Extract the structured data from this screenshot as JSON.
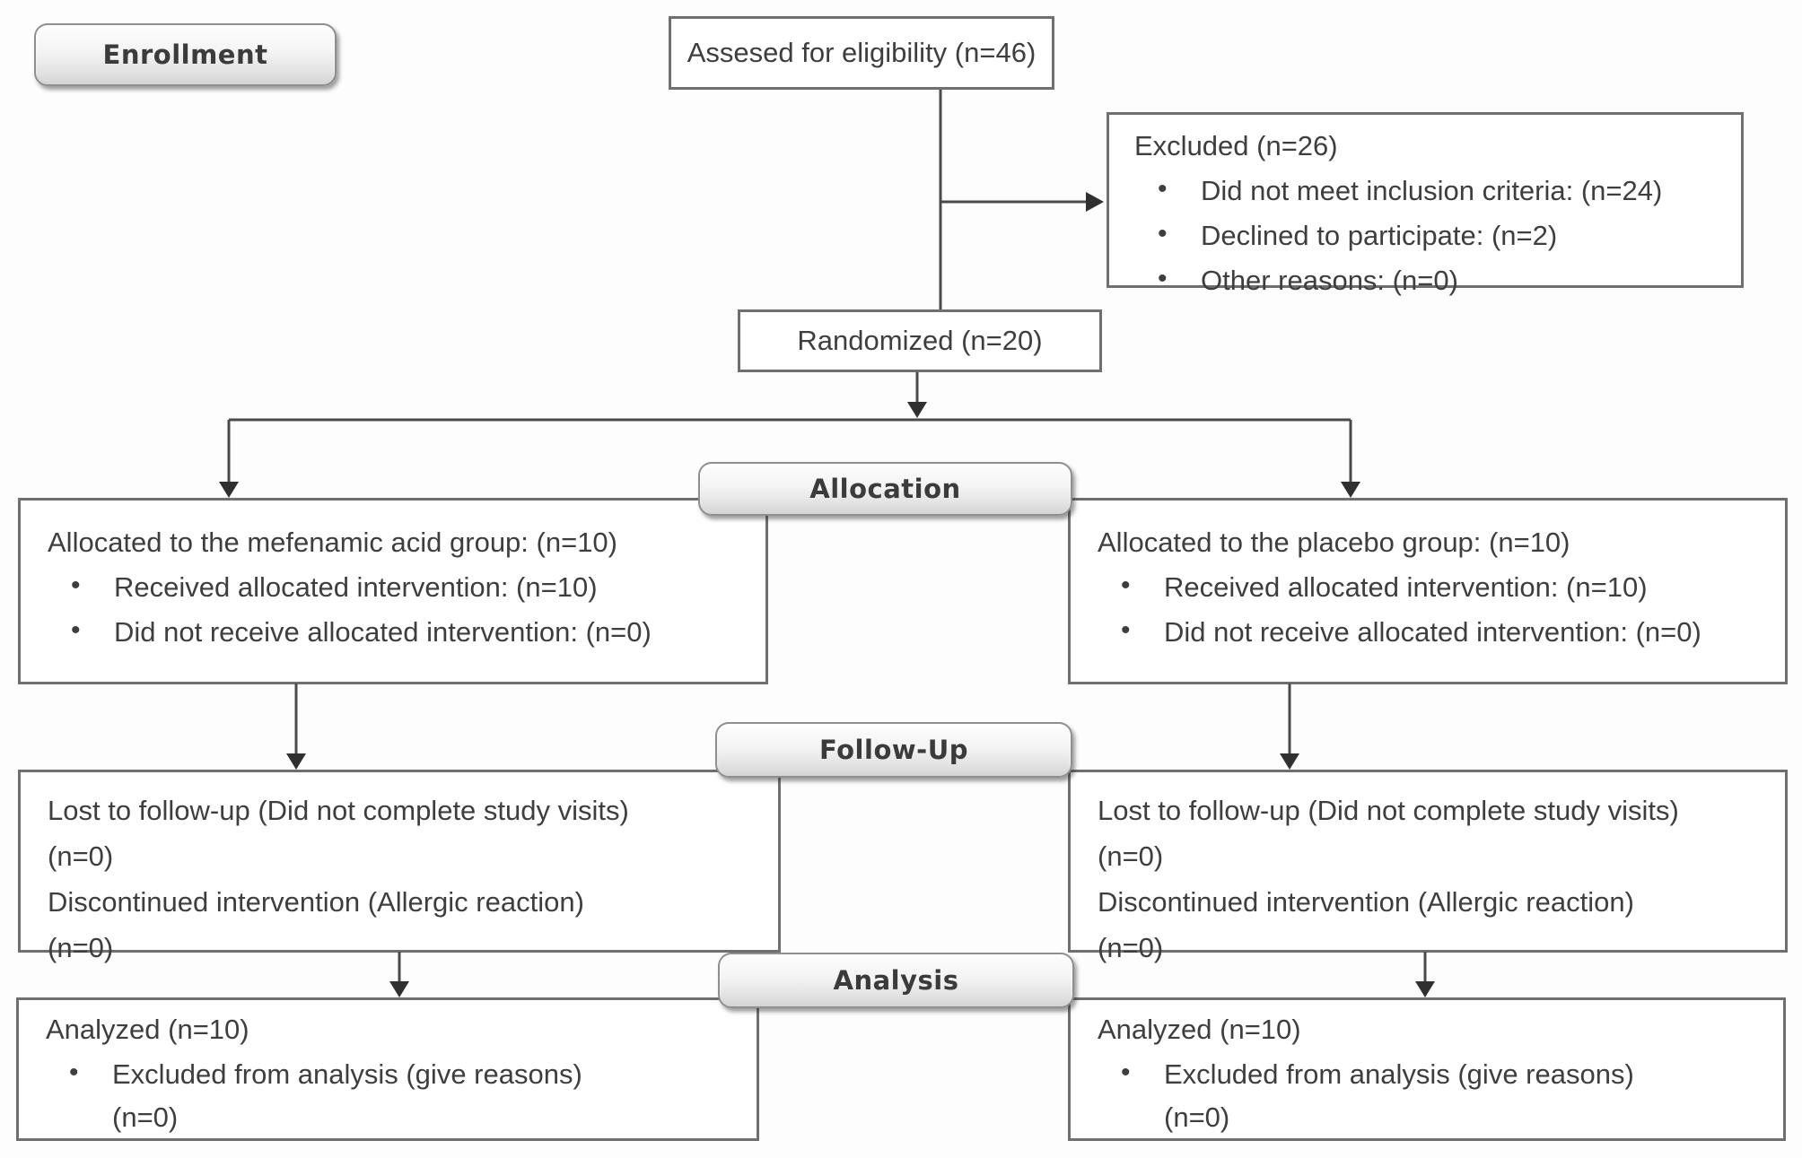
{
  "stages": {
    "enrollment": "Enrollment",
    "allocation": "Allocation",
    "followup": "Follow-Up",
    "analysis": "Analysis"
  },
  "boxes": {
    "eligibility": {
      "title": "Assesed for eligibility (n=46)"
    },
    "excluded": {
      "title": "Excluded (n=26)",
      "bullets": [
        "Did not meet inclusion criteria: (n=24)",
        "Declined to participate: (n=2)",
        "Other reasons: (n=0)"
      ]
    },
    "randomized": {
      "title": "Randomized (n=20)"
    },
    "allocation_left": {
      "title": "Allocated to the mefenamic acid group: (n=10)",
      "bullets": [
        "Received allocated intervention: (n=10)",
        "Did not receive allocated intervention: (n=0)"
      ]
    },
    "allocation_right": {
      "title": "Allocated to the placebo group: (n=10)",
      "bullets": [
        "Received allocated intervention: (n=10)",
        "Did not receive allocated intervention: (n=0)"
      ]
    },
    "followup_left": {
      "lines": [
        "Lost to follow-up (Did not complete study visits)",
        "(n=0)",
        "Discontinued intervention (Allergic reaction)",
        "(n=0)"
      ]
    },
    "followup_right": {
      "lines": [
        "Lost to follow-up (Did not complete study visits)",
        "(n=0)",
        "Discontinued intervention (Allergic reaction)",
        "(n=0)"
      ]
    },
    "analysis_left": {
      "title": "Analyzed (n=10)",
      "bullet": "Excluded from analysis (give reasons)",
      "bullet_continued": "(n=0)"
    },
    "analysis_right": {
      "title": "Analyzed (n=10)",
      "bullet": "Excluded from analysis (give reasons)",
      "bullet_continued": "(n=0)"
    }
  }
}
